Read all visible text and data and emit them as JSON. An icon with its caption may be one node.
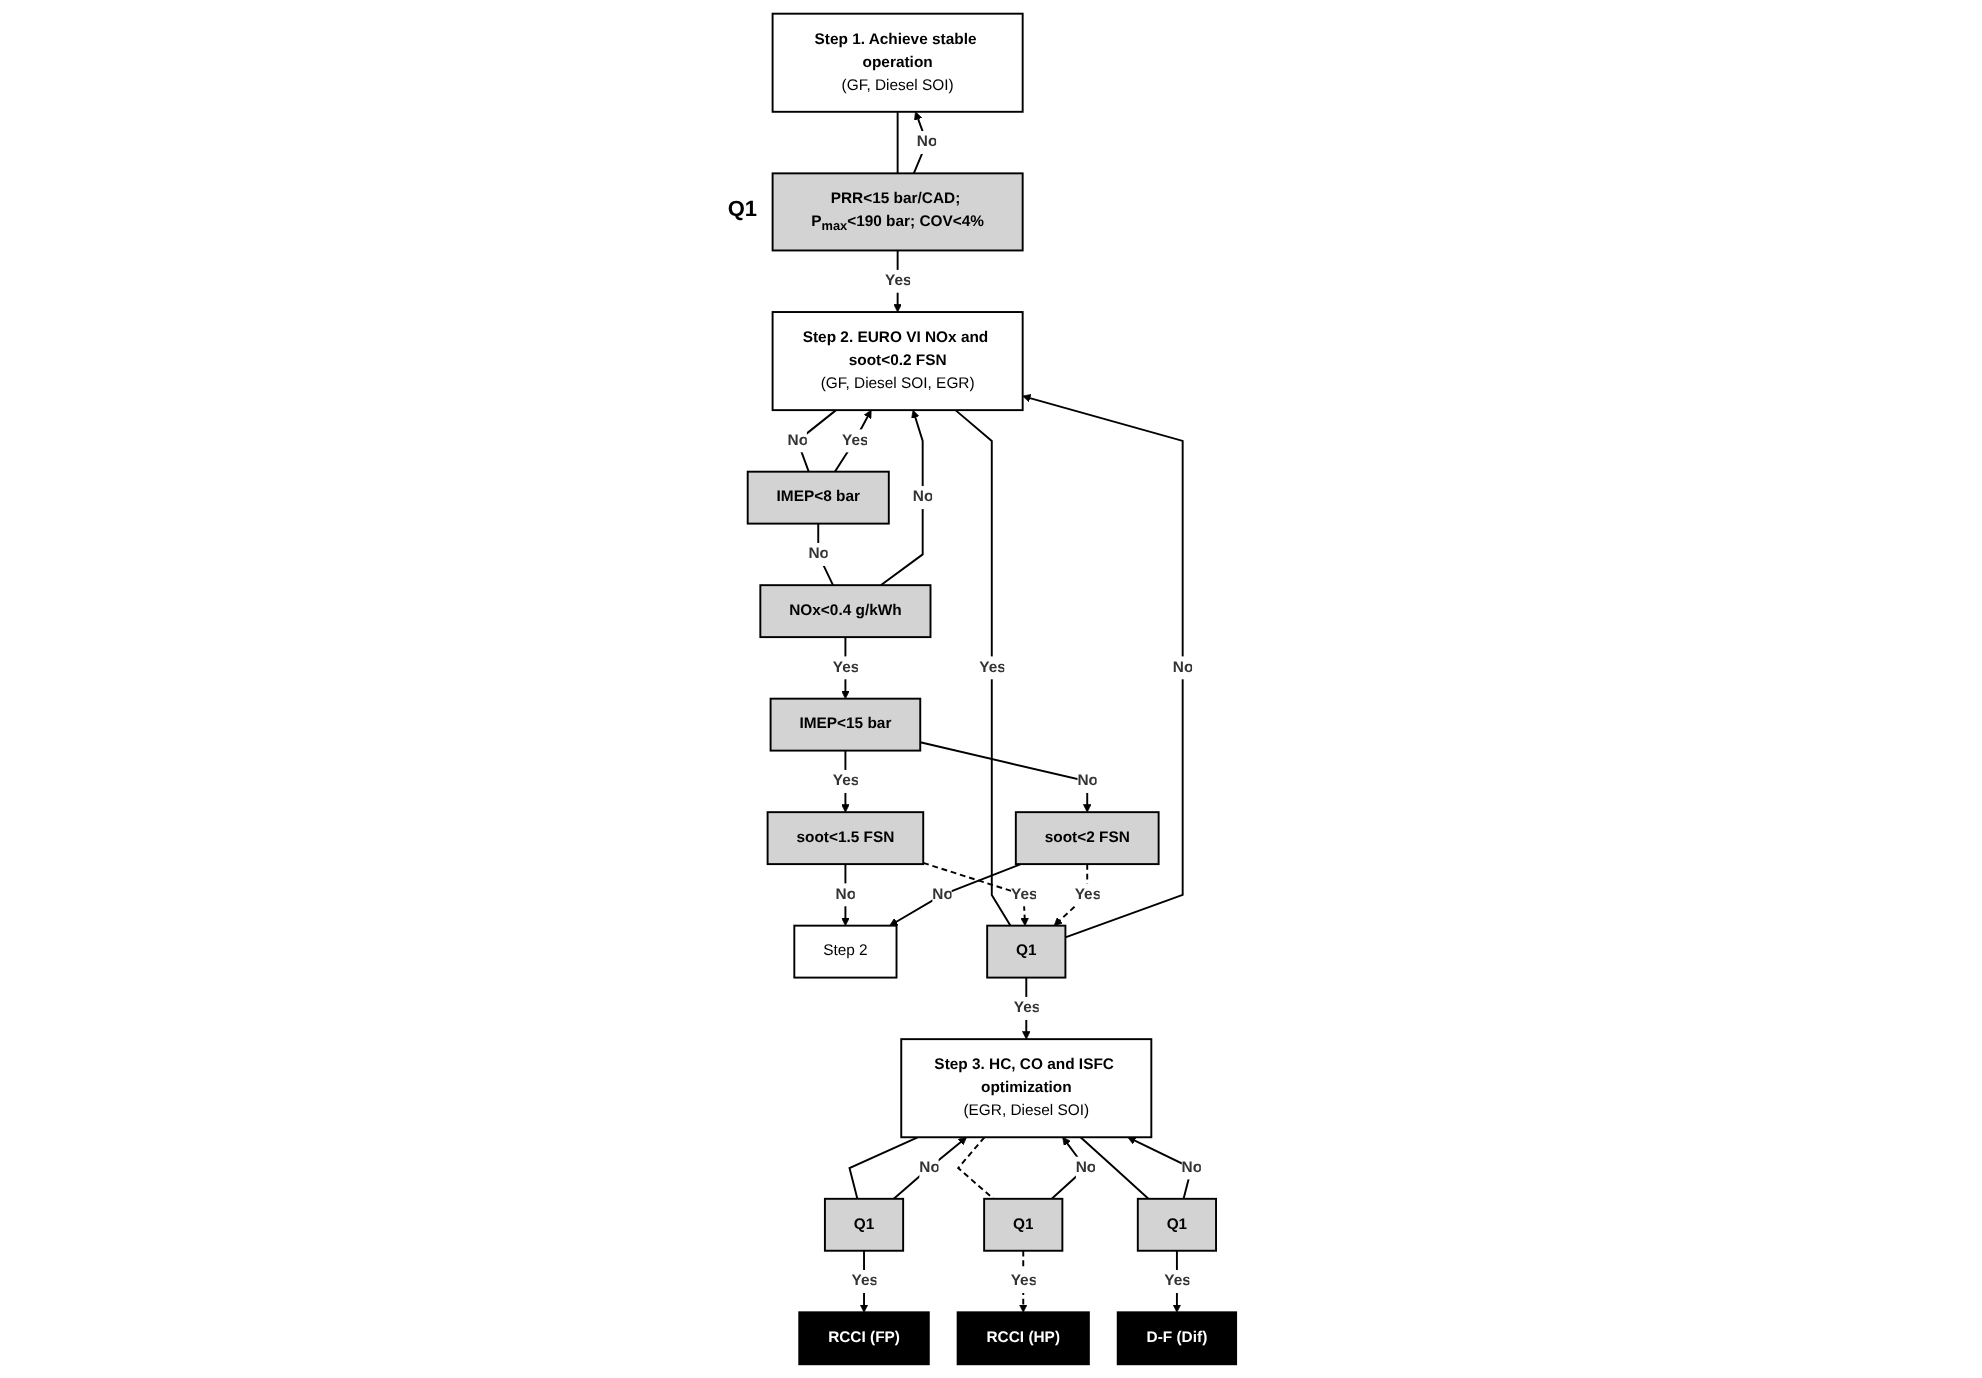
{
  "diagram": {
    "nodes": [
      {
        "text": [
          "Step 1. Achieve stable operation",
          "(GF, Diesel SOI)"
        ]
      },
      {
        "text": [
          "PRR<15 bar/CAD; P$_{max}$<190 bar; COV<4%"
        ],
        "beside": [
          "Q1"
        ]
      },
      {
        "text": [
          "Step 2. EURO VI NOx and soot<0.2 FSN",
          "(GF, Diesel SOI, EGR)"
        ]
      },
      {
        "text": [
          "IMEP<8 bar"
        ]
      },
      {
        "text": [
          "NOx<0.4 g/kWh"
        ]
      },
      {
        "text": [
          "IMEP<15 bar"
        ]
      },
      {
        "text": [
          "soot<1.5 FSN"
        ]
      },
      {
        "text": [
          "soot<2 FSN"
        ]
      },
      {
        "text": [
          "Step 2"
        ]
      },
      {
        "text": [
          "Q1"
        ]
      },
      {
        "text": [
          "Step 3. HC, CO and ISFC optimization",
          "(EGR, Diesel SOI)"
        ]
      },
      {
        "text": [
          "Q1"
        ]
      },
      {
        "text": [
          "Q1"
        ]
      },
      {
        "text": [
          "Q1"
        ]
      },
      {
        "text": [
          "RCCI (FP)"
        ]
      },
      {
        "text": [
          "RCCI (HP)"
        ]
      },
      {
        "text": [
          "D-F (Dif)"
        ]
      }
    ],
    "edges": [
      {
        "from": 0,
        "to": 1,
        "arrow": "none"
      },
      {
        "from": 1,
        "to": 0,
        "arrow": "to",
        "label": "No"
      },
      {
        "from": 1,
        "to": 2,
        "arrow": "to",
        "label": "Yes"
      },
      {
        "from": 2,
        "to": 3,
        "arrow": "none",
        "label": "No"
      },
      {
        "from": 3,
        "to": 2,
        "arrow": "to",
        "label": "Yes"
      },
      {
        "from": 3,
        "to": 4,
        "arrow": "none",
        "label": "No"
      },
      {
        "from": 4,
        "to": 2,
        "arrow": "to",
        "label": "No"
      },
      {
        "from": 4,
        "to": 5,
        "arrow": "to",
        "label": "Yes"
      },
      {
        "from": 5,
        "to": 7,
        "arrow": "to",
        "label": "No"
      },
      {
        "from": 5,
        "to": 6,
        "arrow": "to",
        "label": "Yes"
      },
      {
        "from": 6,
        "to": 8,
        "arrow": "to",
        "label": "No"
      },
      {
        "from": 7,
        "to": 8,
        "arrow": "to",
        "label": "No"
      },
      {
        "from": 2,
        "to": 9,
        "arrow": "none",
        "label": "Yes"
      },
      {
        "from": 6,
        "to": 9,
        "arrow": "to",
        "label": "Yes",
        "style": "dashed"
      },
      {
        "from": 7,
        "to": 9,
        "arrow": "to",
        "label": "Yes",
        "style": "dashed"
      },
      {
        "from": 9,
        "to": 2,
        "arrow": "to",
        "label": "No"
      },
      {
        "from": 9,
        "to": 10,
        "arrow": "to",
        "label": "Yes"
      },
      {
        "from": 10,
        "to": 11,
        "arrow": "none"
      },
      {
        "from": 11,
        "to": 10,
        "arrow": "to",
        "label": "No"
      },
      {
        "from": 11,
        "to": 14,
        "arrow": "to",
        "label": "Yes"
      },
      {
        "from": 10,
        "to": 12,
        "arrow": "none",
        "style": "dashed"
      },
      {
        "from": 12,
        "to": 10,
        "arrow": "to",
        "label": "No"
      },
      {
        "from": 12,
        "to": 15,
        "arrow": "to",
        "label": "Yes",
        "style": "dashed"
      },
      {
        "from": 10,
        "to": 13,
        "arrow": "none"
      },
      {
        "from": 13,
        "to": 10,
        "arrow": "to",
        "label": "No"
      },
      {
        "from": 13,
        "to": 16,
        "arrow": "to",
        "label": "Yes"
      }
    ]
  }
}
